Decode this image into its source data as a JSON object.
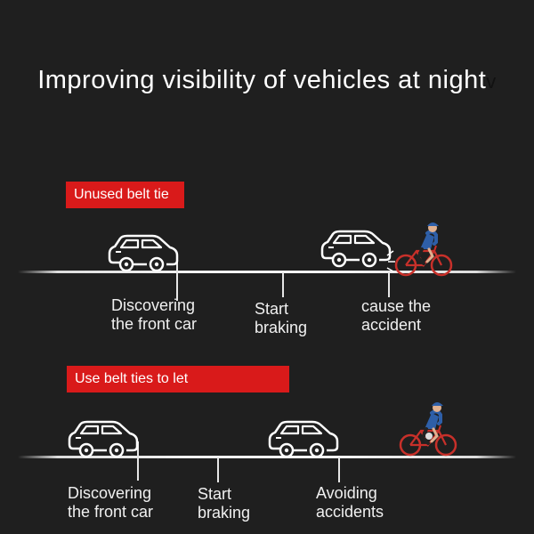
{
  "title": "Improving visibility of vehicles at night",
  "title_tail": "v",
  "section1": {
    "badge": "Unused belt tie",
    "labels": {
      "discover_line1": "Discovering",
      "discover_line2": "the front car",
      "start_line1": "Start",
      "start_line2": "braking",
      "cause_line1": "cause the",
      "cause_line2": "accident"
    }
  },
  "section2": {
    "badge": "Use belt ties to let",
    "labels": {
      "discover_line1": "Discovering",
      "discover_line2": "the front car",
      "start_line1": "Start",
      "start_line2": "braking",
      "avoid_line1": "Avoiding",
      "avoid_line2": "accidents"
    }
  },
  "colors": {
    "background": "#1f1f1f",
    "badge": "#d91a1a",
    "road": "#ffffff",
    "cyclist_jersey": "#2e5fa8",
    "bike": "#c8302a"
  },
  "icons": [
    "car-icon",
    "cyclist-icon",
    "impact-icon"
  ]
}
